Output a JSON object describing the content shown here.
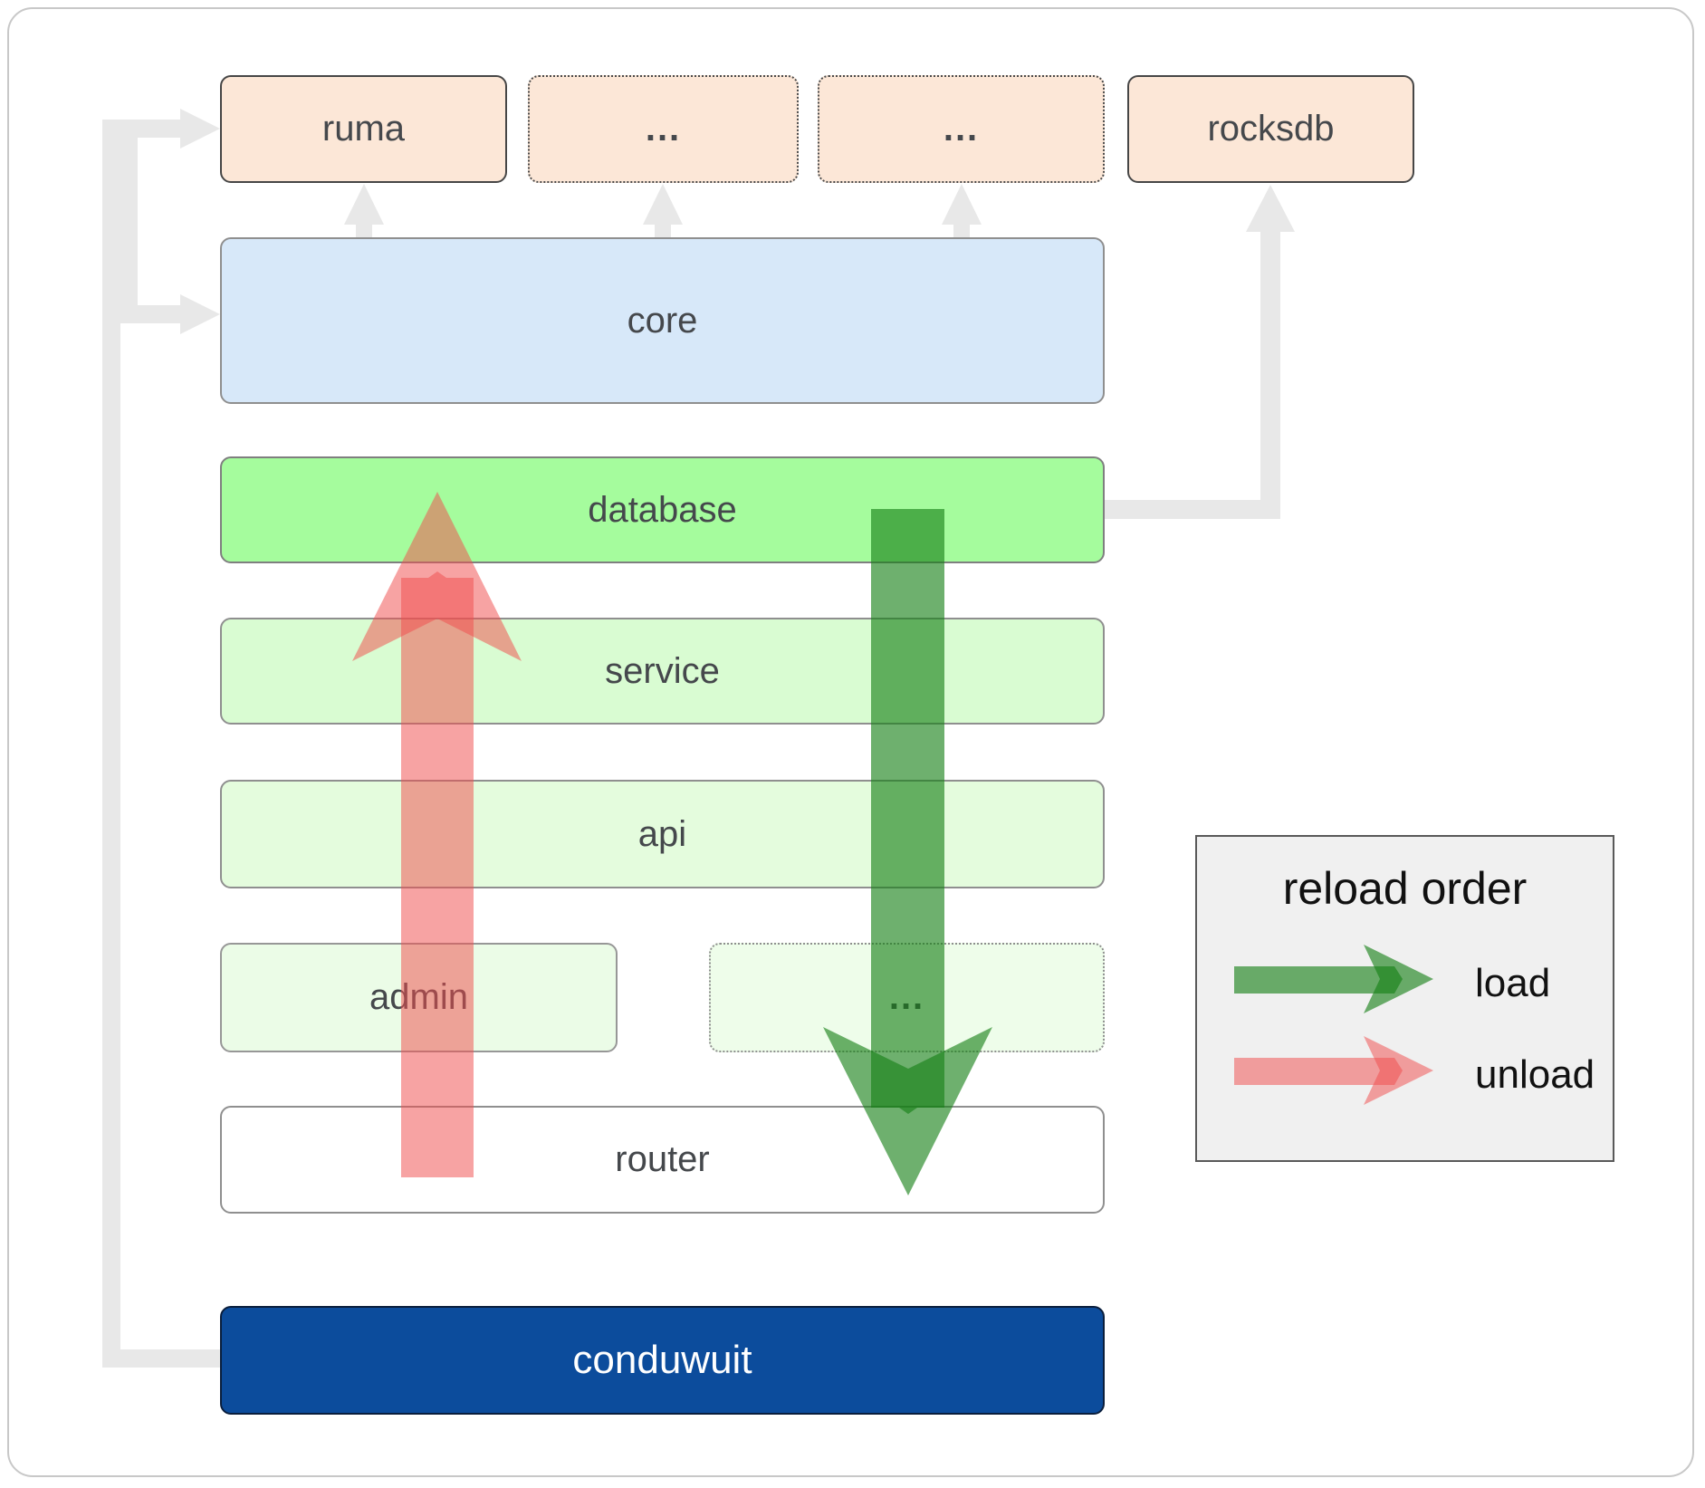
{
  "diagram": {
    "top_row": [
      {
        "label": "ruma",
        "border": "solid"
      },
      {
        "label": "...",
        "border": "dotted"
      },
      {
        "label": "...",
        "border": "dotted"
      },
      {
        "label": "rocksdb",
        "border": "solid"
      }
    ],
    "layers": {
      "core": {
        "label": "core"
      },
      "database": {
        "label": "database"
      },
      "service": {
        "label": "service"
      },
      "api": {
        "label": "api"
      }
    },
    "admin_row": [
      {
        "label": "admin",
        "border": "solid"
      },
      {
        "label": "...",
        "border": "dotted"
      }
    ],
    "router": {
      "label": "router"
    },
    "conduwuit": {
      "label": "conduwuit"
    }
  },
  "legend": {
    "title": "reload order",
    "items": [
      {
        "label": "load",
        "arrow": "green-right-arrow",
        "color": "#2e9331"
      },
      {
        "label": "unload",
        "arrow": "red-right-arrow",
        "color": "#f96c6c"
      }
    ]
  },
  "colors": {
    "peach_box": "#fce7d7",
    "core_box": "#d7e8f9",
    "database_box": "#a5fc9d",
    "service_box": "#d9fcd2",
    "api_box": "#e4fcdd",
    "admin_box": "#ebfce7",
    "conduwuit_box": "#0c4c9c",
    "connector_gray": "#e8e8e8",
    "load_arrow_green": "#157f15",
    "unload_arrow_red": "#f04f4f",
    "legend_bg": "#f0f0f0"
  }
}
